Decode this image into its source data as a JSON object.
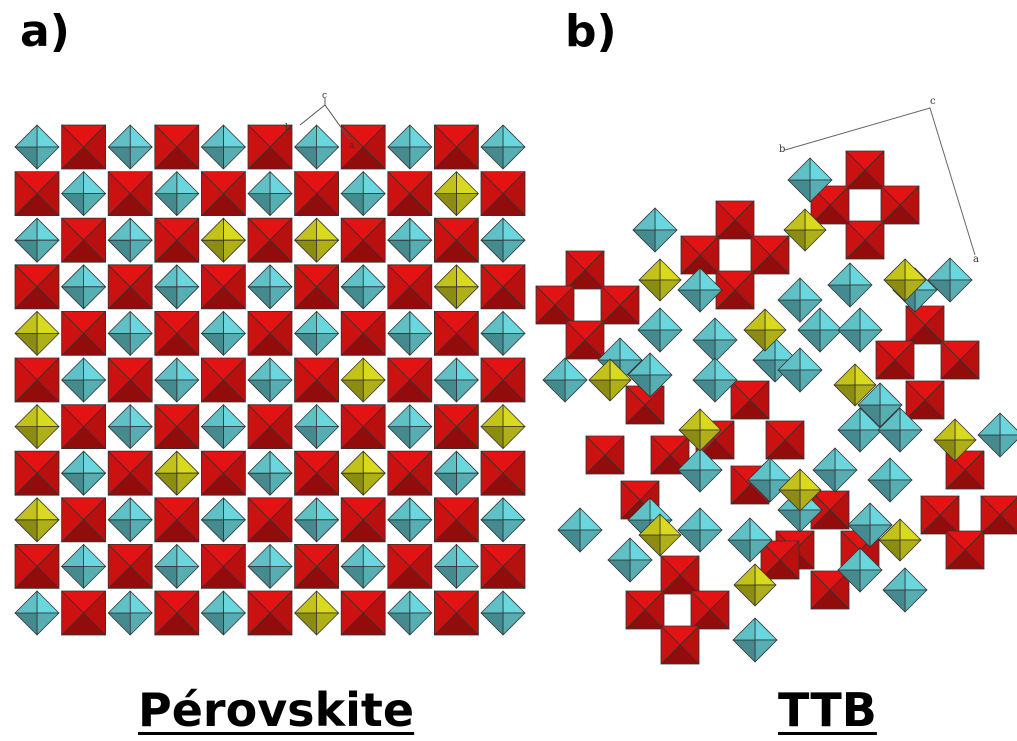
{
  "panels": {
    "a": {
      "label": "a)",
      "caption": "Pérovskite",
      "axes": {
        "c": "c",
        "b": "b",
        "a": "a"
      }
    },
    "b": {
      "label": "b)",
      "caption": "TTB",
      "axes": {
        "c": "c",
        "b": "b",
        "a": "a"
      }
    }
  },
  "colors": {
    "red": "#cc1111",
    "cyan": "#5fc0c6",
    "yellow": "#c2c21a",
    "edge": "#333333"
  }
}
